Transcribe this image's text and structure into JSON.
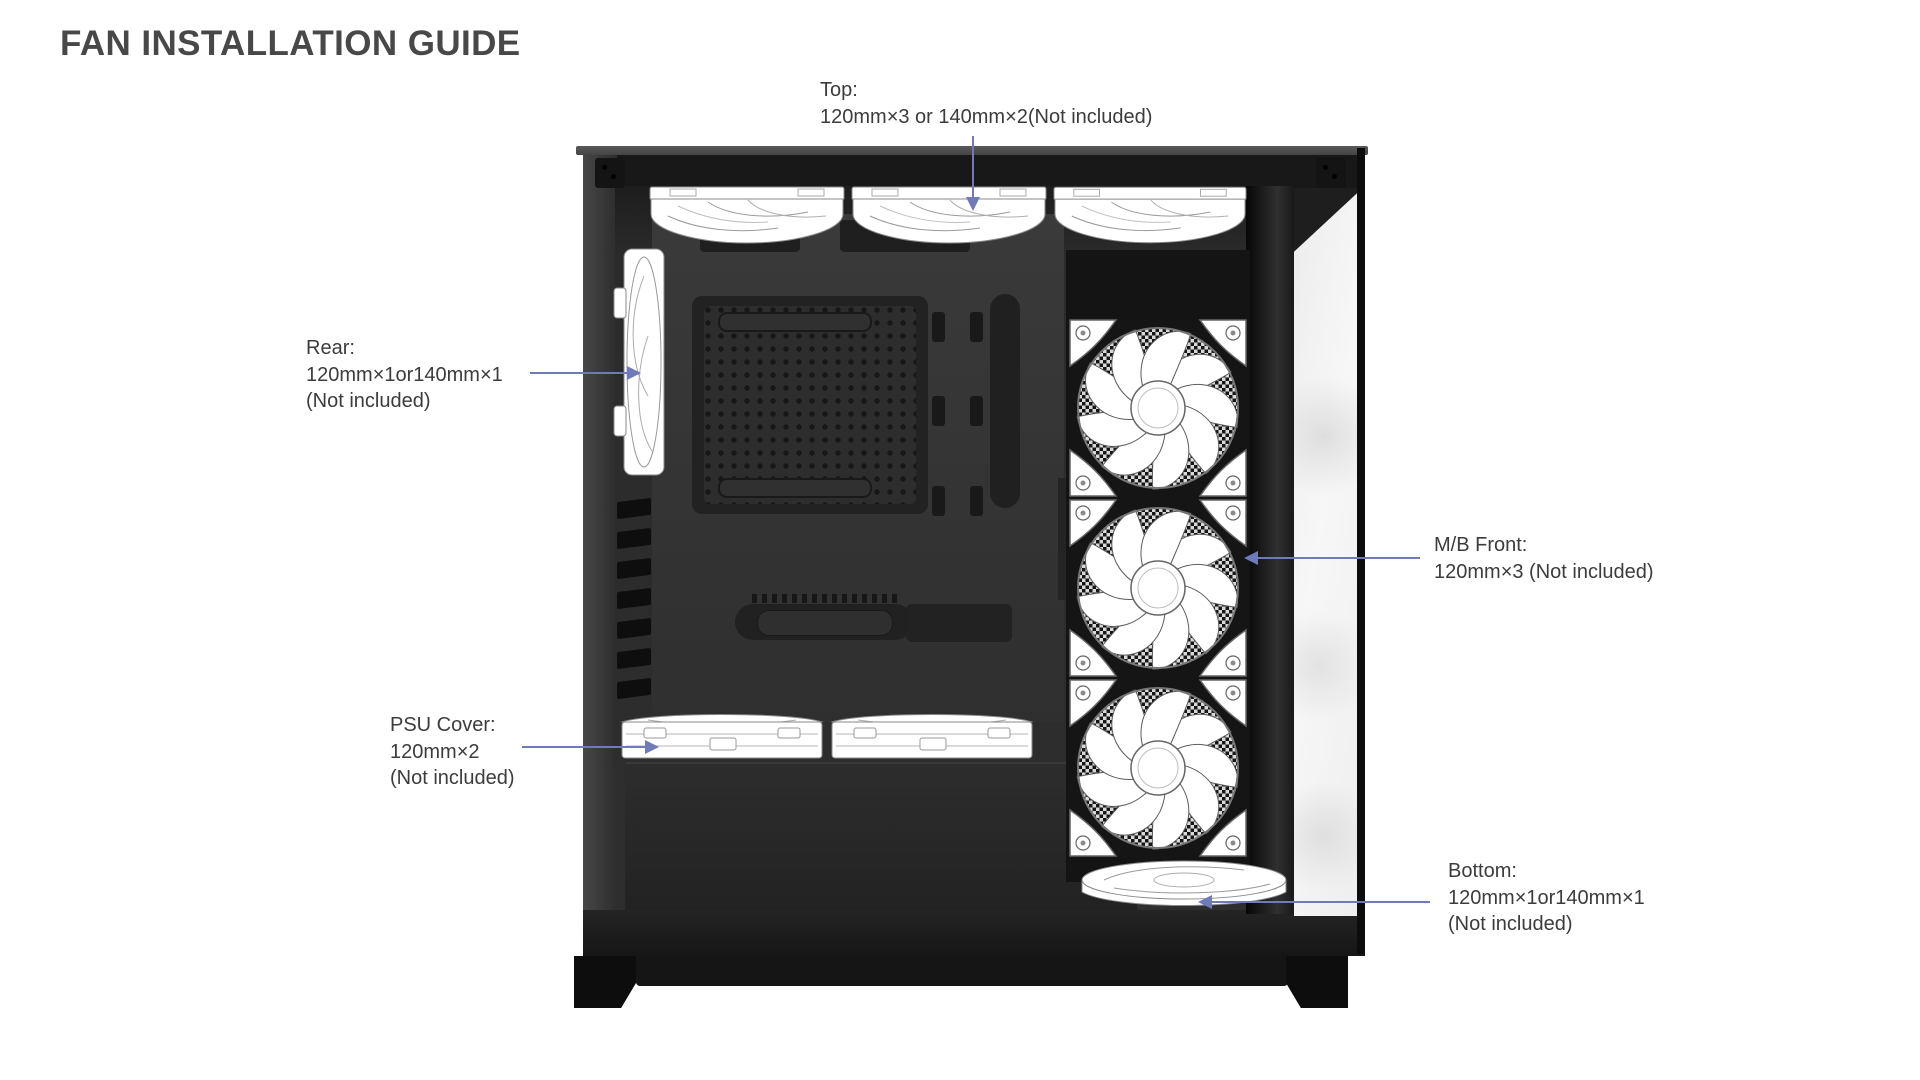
{
  "page": {
    "title": "FAN INSTALLATION GUIDE"
  },
  "labels": {
    "top": {
      "heading": "Top:",
      "line1": "120mm×3 or 140mm×2(Not included)"
    },
    "rear": {
      "heading": "Rear:",
      "line1": "120mm×1or140mm×1",
      "line2": "(Not included)"
    },
    "mb_front": {
      "heading": "M/B Front:",
      "line1": "120mm×3 (Not included)"
    },
    "psu_cover": {
      "heading": "PSU Cover:",
      "line1": "120mm×2",
      "line2": "(Not included)"
    },
    "bottom": {
      "heading": "Bottom:",
      "line1": "120mm×1or140mm×1",
      "line2": "(Not included)"
    }
  },
  "colors": {
    "arrow": "#6f7ab8",
    "title_text": "#484848",
    "label_text": "#3c3c3c",
    "case_black": "#1e1e1e",
    "fan_white": "#ffffff"
  }
}
